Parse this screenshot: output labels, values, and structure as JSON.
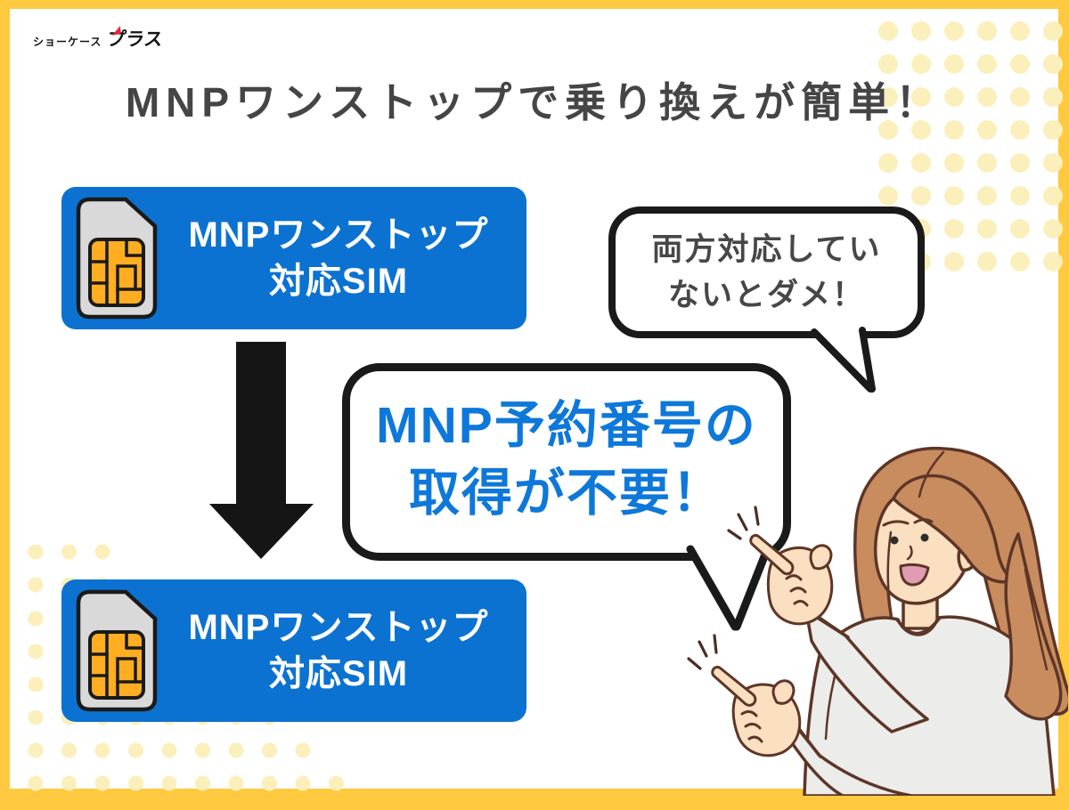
{
  "logo": {
    "small": "ショーケース",
    "large": "プラス"
  },
  "title": {
    "text": "MNPワンストップで乗り換えが簡単！"
  },
  "sim_boxes": [
    {
      "line1": "MNPワンストップ",
      "line2": "対応SIM"
    },
    {
      "line1": "MNPワンストップ",
      "line2": "対応SIM"
    }
  ],
  "bubbles": {
    "warning": {
      "line1": "両方対応してい",
      "line2": "ないとダメ！"
    },
    "main": {
      "line1": "MNP予約番号の",
      "line2": "取得が不要！"
    }
  },
  "icons": {
    "sim": "sim-card-icon",
    "arrow": "down-arrow-icon",
    "character": "pointing-woman-illustration"
  },
  "colors": {
    "frame_yellow": "#FFC940",
    "dot_yellow": "#FBF0BC",
    "box_blue": "#0C72D1",
    "bubble_text_blue": "#0E78DA",
    "title_gray": "#454545",
    "warn_text_gray": "#474747",
    "bubble_border": "#1A1A1A",
    "arrow_black": "#151515",
    "sim_card_gray": "#D9D9D9",
    "sim_chip_gold": "#FFAD21"
  }
}
